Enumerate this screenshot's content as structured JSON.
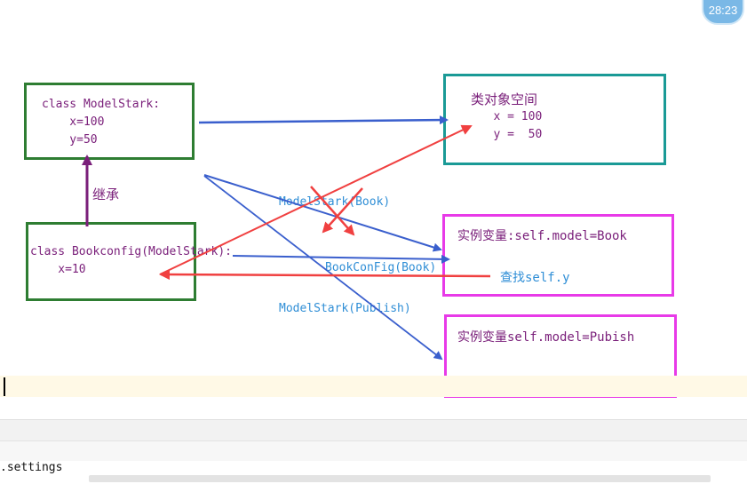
{
  "timer": "28:23",
  "boxes": {
    "modelstark": [
      "class ModelStark:",
      "    x=100",
      "    y=50"
    ],
    "bookconfig": [
      "class Bookconfig(ModelStark):",
      "    x=10"
    ],
    "class_space": [
      "类对象空间",
      "   x = 100",
      "   y =  50"
    ],
    "instance_book": "实例变量:self.model=Book",
    "instance_pubish": "实例变量self.model=Pubish"
  },
  "labels": {
    "inherit": "继承",
    "modelstark_book": "ModelStark(Book)",
    "bookconfig_book": "BookConFig(Book)",
    "modelstark_publish": "ModelStark(Publish)",
    "lookup": "查找self.y"
  },
  "editor": {
    "settings_text": ".settings"
  },
  "colors": {
    "blue_arrow": "#3a5fcd",
    "red_arrow": "#f04040",
    "purple_arrow": "#7a1f7a"
  }
}
